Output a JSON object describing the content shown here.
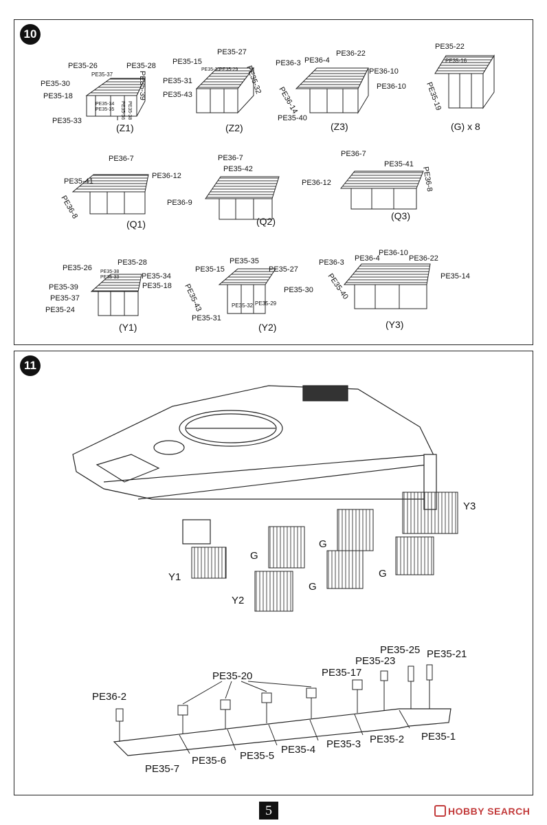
{
  "page_number": "5",
  "watermark": "HOBBY SEARCH",
  "step10": {
    "number": "10",
    "groups": [
      {
        "caption": "(Z1)",
        "labels": [
          "PE35-26",
          "PE35-37",
          "PE35-28",
          "PE35-30",
          "PE35-18",
          "PE35-39",
          "PE35-34",
          "PE35-35",
          "PE35-36",
          "PE35-38",
          "PE35-33"
        ]
      },
      {
        "caption": "(Z2)",
        "labels": [
          "PE35-27",
          "PE35-15",
          "PE35-30",
          "PE35-29",
          "PE35-32",
          "PE35-31",
          "PE35-43"
        ]
      },
      {
        "caption": "(Z3)",
        "labels": [
          "PE36-22",
          "PE36-3",
          "PE36-4",
          "PE36-10",
          "PE36-10",
          "PE36-14",
          "PE35-40"
        ]
      },
      {
        "caption": "(G) x 8",
        "labels": [
          "PE35-22",
          "PE35-16",
          "PE35-19"
        ]
      },
      {
        "caption": "(Q1)",
        "labels": [
          "PE36-7",
          "PE36-12",
          "PE35-41",
          "PE36-8"
        ]
      },
      {
        "caption": "(Q2)",
        "labels": [
          "PE36-7",
          "PE35-42",
          "PE36-9"
        ]
      },
      {
        "caption": "(Q3)",
        "labels": [
          "PE36-7",
          "PE35-41",
          "PE36-12",
          "PE36-8"
        ]
      },
      {
        "caption": "(Y1)",
        "labels": [
          "PE35-26",
          "PE35-28",
          "PE35-38",
          "PE35-33",
          "PE35-34",
          "PE35-39",
          "PE35-18",
          "PE35-37",
          "PE35-24"
        ]
      },
      {
        "caption": "(Y2)",
        "labels": [
          "PE35-15",
          "PE35-35",
          "PE35-27",
          "PE35-30",
          "PE35-43",
          "PE35-32",
          "PE35-29",
          "PE35-31"
        ]
      },
      {
        "caption": "(Y3)",
        "labels": [
          "PE36-3",
          "PE36-4",
          "PE36-10",
          "PE36-22",
          "PE35-14",
          "PE35-40"
        ]
      }
    ]
  },
  "step11": {
    "number": "11",
    "screens": [
      "Y3",
      "G",
      "G",
      "G",
      "G",
      "Y1",
      "Y2"
    ],
    "strip_parts": [
      "PE35-7",
      "PE35-6",
      "PE35-5",
      "PE35-4",
      "PE35-3",
      "PE35-2",
      "PE35-1"
    ],
    "bracket_labels": [
      "PE36-2",
      "PE35-20",
      "PE35-17",
      "PE35-23",
      "PE35-25",
      "PE35-21"
    ]
  }
}
